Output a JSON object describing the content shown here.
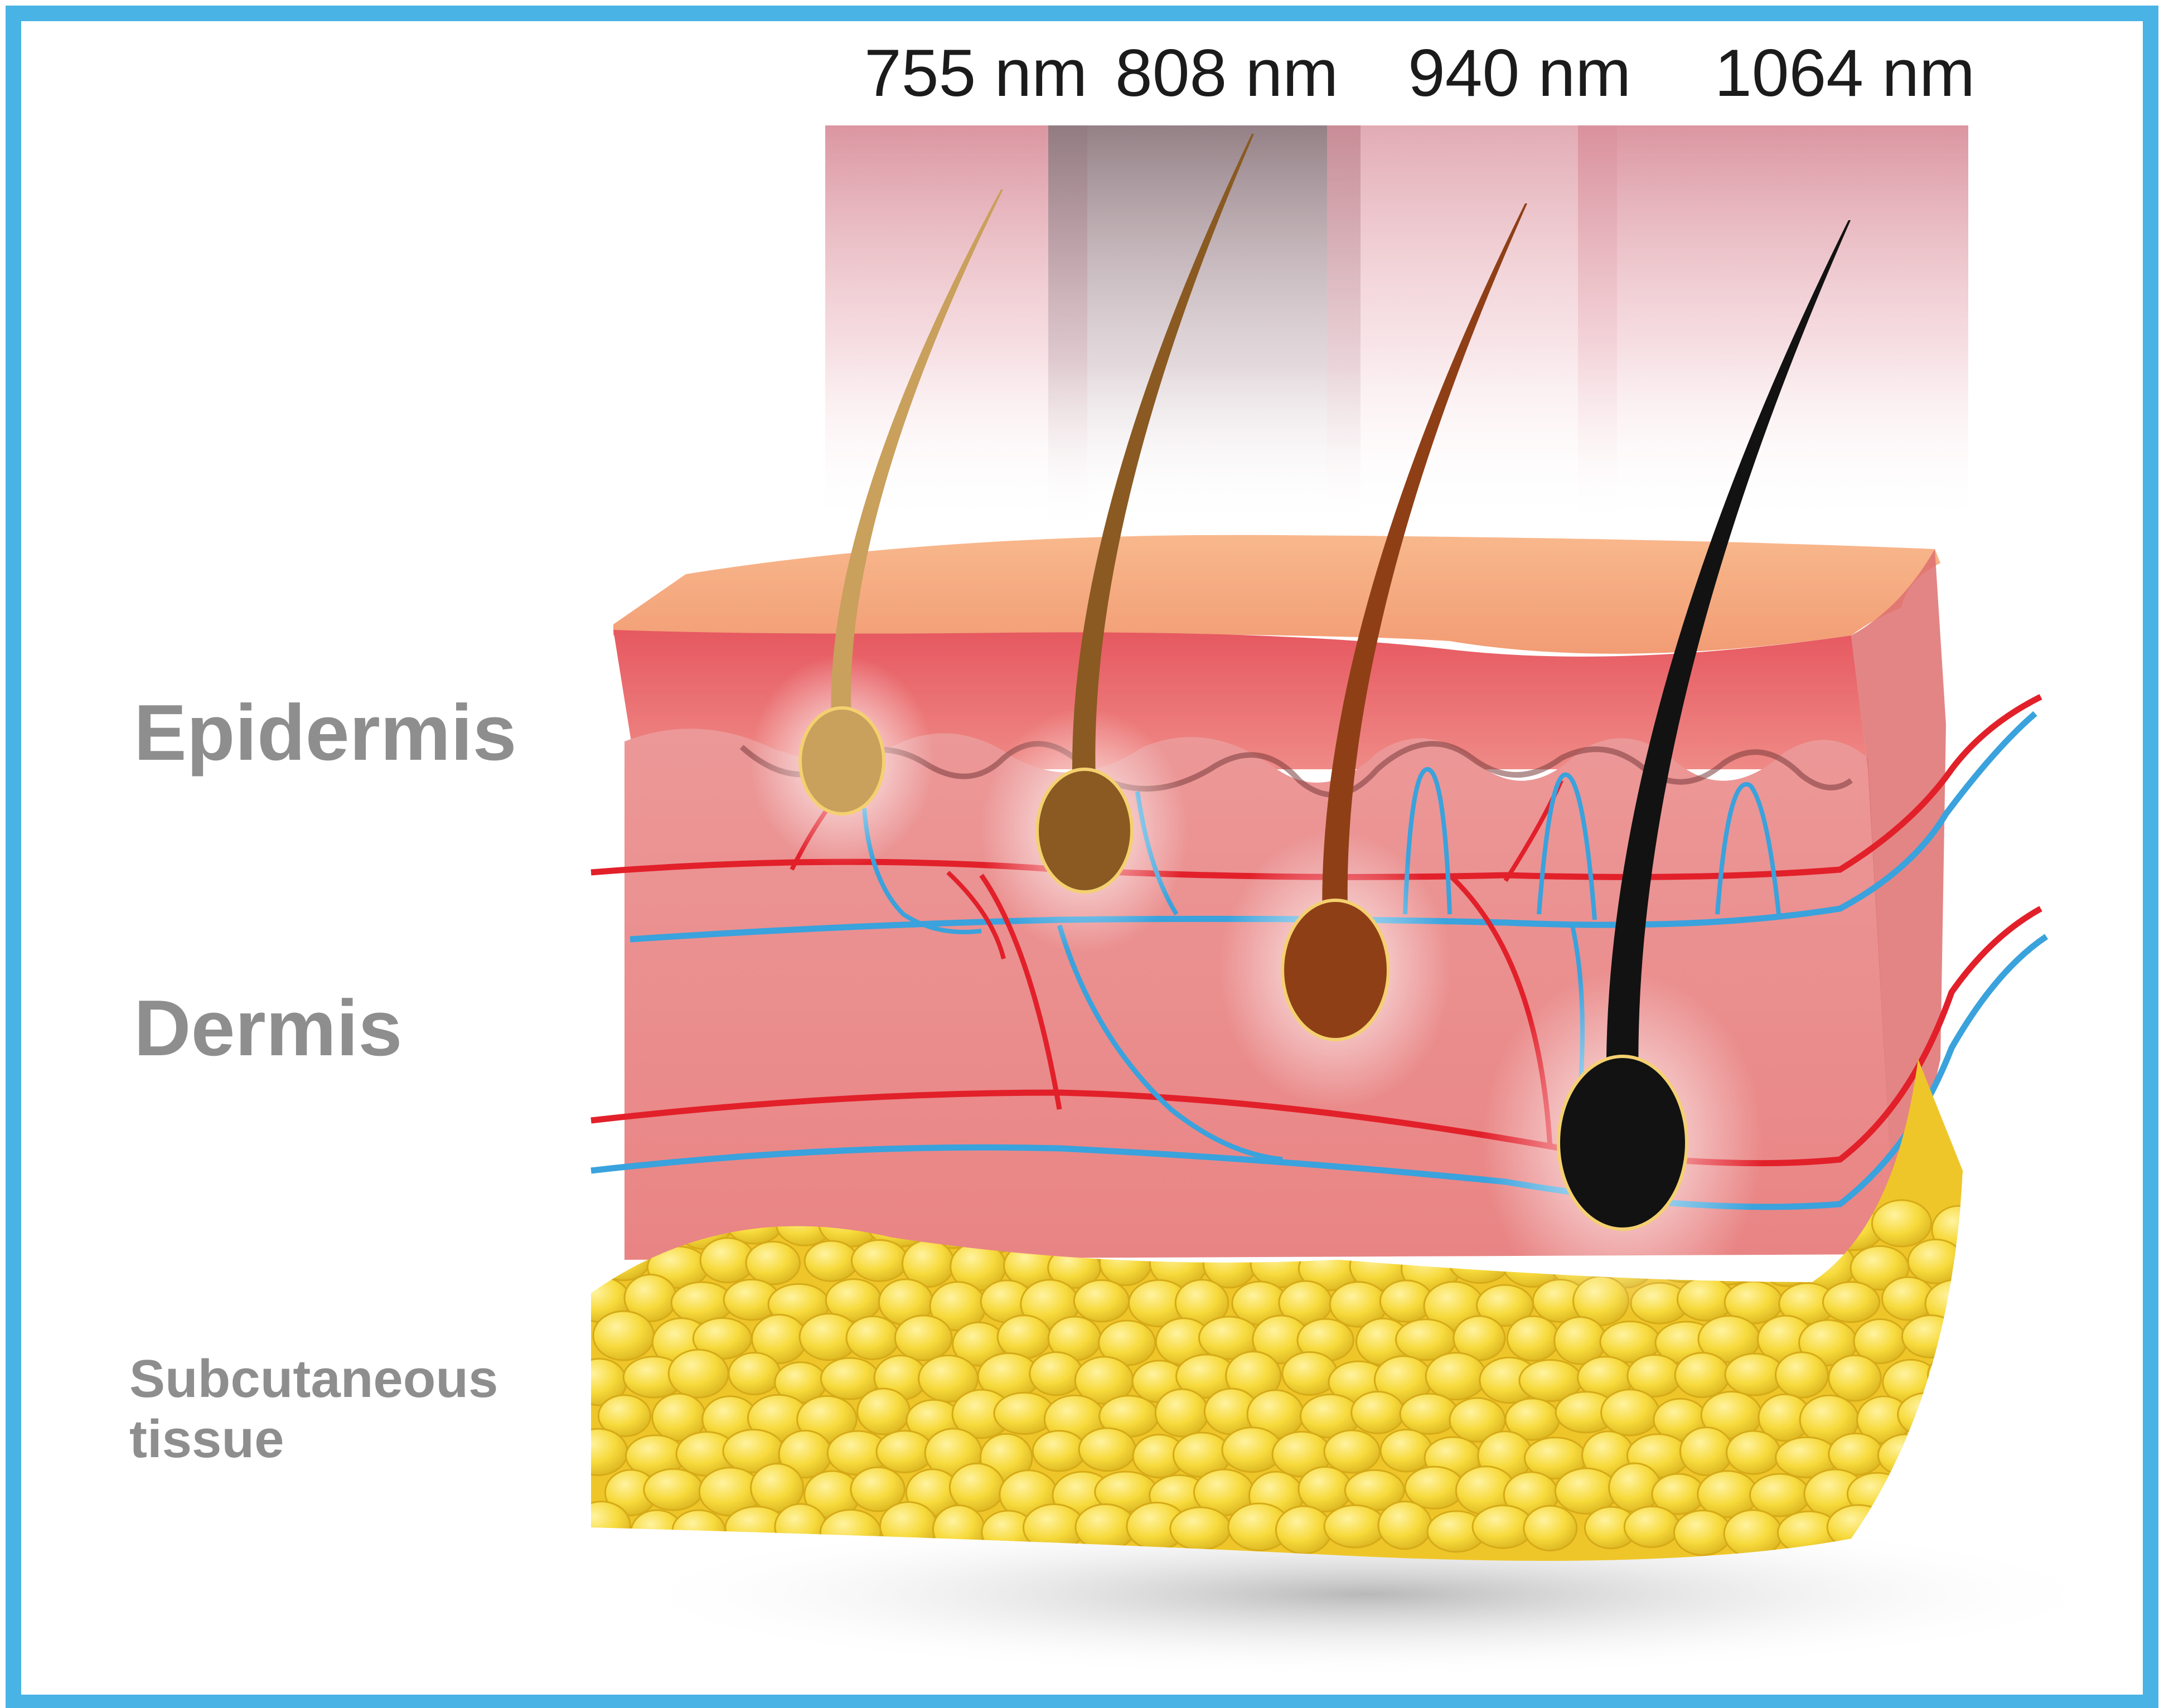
{
  "layers": {
    "epidermis": "Epidermis",
    "dermis": "Dermis",
    "subcutaneous": "Subcutaneous\ntissue"
  },
  "wavelengths": [
    "755 nm",
    "808 nm",
    "940 nm",
    "1064 nm"
  ],
  "hairs": [
    {
      "wavelength": "755 nm",
      "color": "#c9a05c"
    },
    {
      "wavelength": "808 nm",
      "color": "#8a5a22"
    },
    {
      "wavelength": "940 nm",
      "color": "#8f3f16"
    },
    {
      "wavelength": "1064 nm",
      "color": "#121212"
    }
  ],
  "colors": {
    "border": "#4ab3e6",
    "skin_surface": "#f6a87a",
    "epidermis": "#ec6a6e",
    "dermis": "#ea8c8c",
    "artery": "#e2202a",
    "vein": "#3aa2dc",
    "fat": "#f6d83a",
    "label_gray": "#8e8e8e"
  }
}
